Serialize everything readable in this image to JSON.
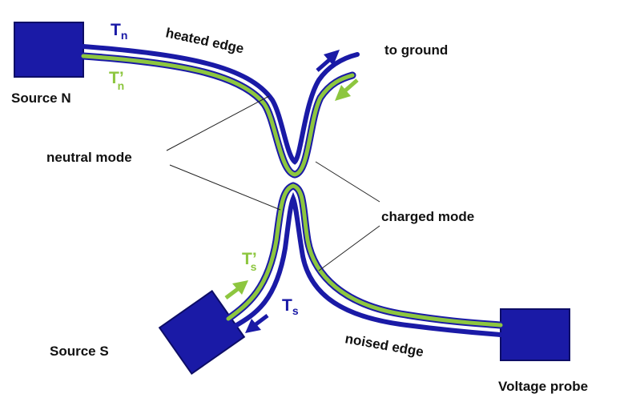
{
  "labels": {
    "source_n": "Source N",
    "source_s": "Source S",
    "voltage_probe": "Voltage probe",
    "to_ground": "to ground",
    "heated_edge": "heated edge",
    "noised_edge": "noised edge",
    "neutral_mode": "neutral mode",
    "charged_mode": "charged mode"
  },
  "symbols": {
    "tn_main": "T",
    "tn_sub": "n",
    "tnp_main": "T’",
    "tnp_sub": "n",
    "ts_main": "T",
    "ts_sub": "s",
    "tsp_main": "T’",
    "tsp_sub": "s"
  },
  "colors": {
    "charged": "#1a1aa6",
    "neutral": "#8dc63f",
    "contact_fill": "#1a1aa6",
    "contact_stroke": "#0d0d66",
    "text": "#111111",
    "leader": "#222222"
  }
}
